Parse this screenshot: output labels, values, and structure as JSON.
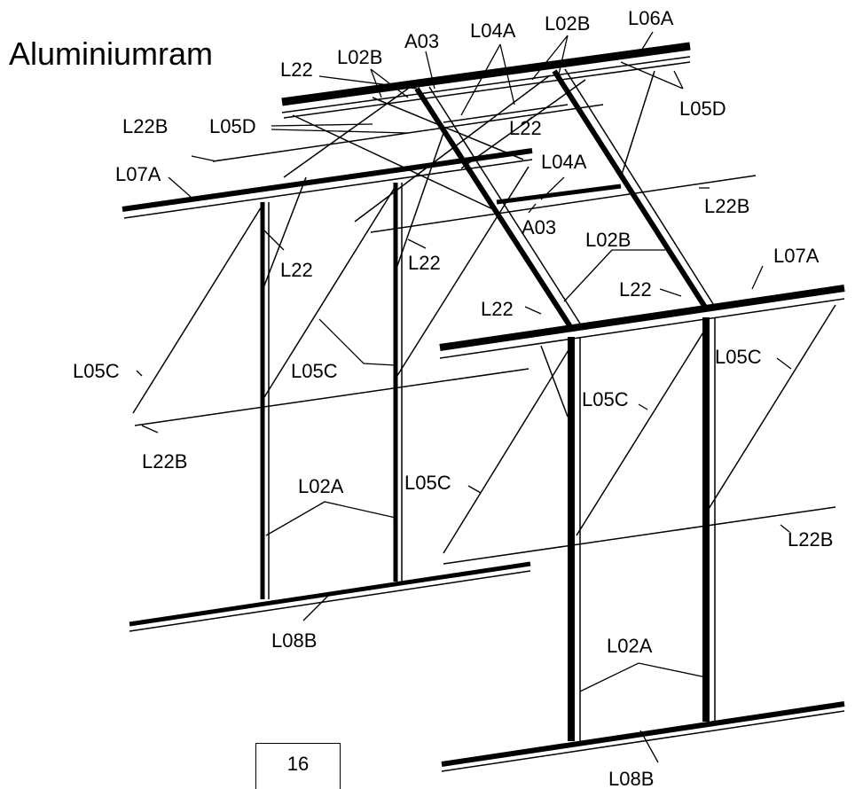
{
  "diagram": {
    "title": "Aluminiumram",
    "page_number": "16",
    "labels": {
      "L02B_a": "L02B",
      "L02B_b": "L02B",
      "L02B_c": "L02B",
      "A03_a": "A03",
      "A03_b": "A03",
      "L04A_a": "L04A",
      "L04A_b": "L04A",
      "L06A": "L06A",
      "L22_a": "L22",
      "L22_b": "L22",
      "L22_c": "L22",
      "L22_d": "L22",
      "L22_e": "L22",
      "L22_f": "L22",
      "L05D_a": "L05D",
      "L05D_b": "L05D",
      "L22B_a": "L22B",
      "L22B_b": "L22B",
      "L22B_c": "L22B",
      "L22B_d": "L22B",
      "L07A_a": "L07A",
      "L07A_b": "L07A",
      "L05C_a": "L05C",
      "L05C_b": "L05C",
      "L05C_c": "L05C",
      "L05C_d": "L05C",
      "L05C_e": "L05C",
      "L02A_a": "L02A",
      "L02A_b": "L02A",
      "L08B_a": "L08B",
      "L08B_b": "L08B"
    }
  }
}
